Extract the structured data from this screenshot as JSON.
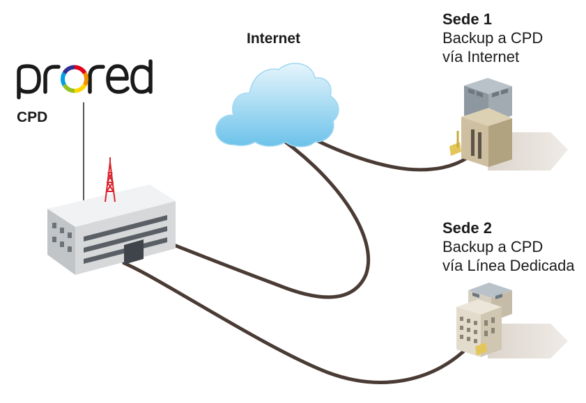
{
  "logo": {
    "text": "prored",
    "ring_colors": [
      "#e2001a",
      "#f39200",
      "#ffd500",
      "#95c11f",
      "#009fe3",
      "#2e3192"
    ]
  },
  "cpd": {
    "label": "CPD"
  },
  "internet": {
    "label": "Internet"
  },
  "sede1": {
    "title": "Sede 1",
    "line1": "Backup a CPD",
    "line2": "vía Internet"
  },
  "sede2": {
    "title": "Sede 2",
    "line1": "Backup a CPD",
    "line2": "vía Línea Dedicada"
  },
  "colors": {
    "cable": "#4a3b35",
    "cloud_light": "#e6f5fc",
    "cloud_dark": "#6cc2ea",
    "cpd_building": "#d6d8da",
    "antenna": "#d9232d",
    "sede1_building": "#cdbf9f",
    "sede2_building": "#e3dccd",
    "solar_panel": "#77808a"
  }
}
